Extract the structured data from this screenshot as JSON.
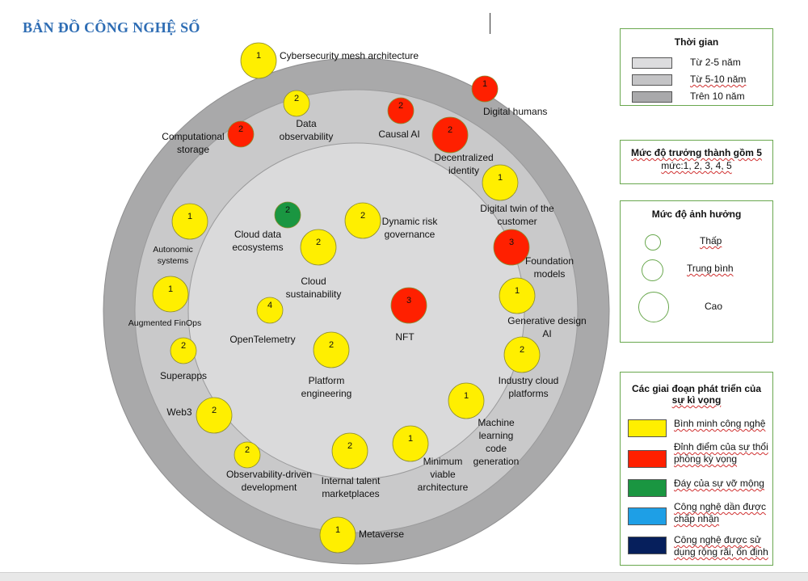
{
  "title": "BẢN ĐỒ CÔNG NGHỆ SỐ",
  "colors": {
    "ring_outer": "#a9a9aa",
    "ring_middle": "#c9c9ca",
    "ring_inner": "#dadadb",
    "yellow": "#ffef00",
    "red": "#ff2000",
    "green": "#1a9641",
    "light_blue": "#1e9fe6",
    "dark_navy": "#061f5c",
    "legend_border": "#6aa84f"
  },
  "legend_time": {
    "title": "Thời gian",
    "items": [
      {
        "label": "Từ 2-5 năm",
        "color": "#dcdcde"
      },
      {
        "label": "Từ 5-10 năm",
        "color": "#c4c4c6"
      },
      {
        "label": "Trên 10 năm",
        "color": "#a9a9ab"
      }
    ]
  },
  "legend_maturity": {
    "title": "Mức độ trưởng thành gồm 5",
    "subtitle": "mức:1, 2, 3, 4, 5"
  },
  "legend_impact": {
    "title": "Mức độ ảnh hưởng",
    "items": [
      {
        "label": "Thấp",
        "size": "small"
      },
      {
        "label": "Trung bình",
        "size": "medium"
      },
      {
        "label": "Cao",
        "size": "large"
      }
    ]
  },
  "legend_stages": {
    "title_line1": "Các giai đoạn phát triển của",
    "title_line2": "sự kì vọng",
    "items": [
      {
        "line1": "Bình minh công nghệ",
        "line2": "",
        "color": "#ffef00"
      },
      {
        "line1": "Đỉnh điểm của sự thổi",
        "line2": "phồng kỳ vọng",
        "color": "#ff2000"
      },
      {
        "line1": "Đáy của sự vỡ mộng",
        "line2": "",
        "color": "#1a9641"
      },
      {
        "line1": "Công nghệ dần được",
        "line2": "chấp nhận",
        "color": "#1e9fe6"
      },
      {
        "line1": "Công nghệ được sử",
        "line2": "dụng rộng rãi, ổn định",
        "color": "#061f5c"
      }
    ]
  },
  "technologies": [
    {
      "name": "cybersecurity-mesh",
      "lines": [
        "Cybersecurity mesh architecture"
      ],
      "level": "1",
      "color": "yellow",
      "impact": "large"
    },
    {
      "name": "digital-humans",
      "lines": [
        "Digital humans"
      ],
      "level": "1",
      "color": "red",
      "impact": "medium"
    },
    {
      "name": "data-observability",
      "lines": [
        "Data",
        "observability"
      ],
      "level": "2",
      "color": "yellow",
      "impact": "medium"
    },
    {
      "name": "causal-ai",
      "lines": [
        "Causal AI"
      ],
      "level": "2",
      "color": "red",
      "impact": "medium"
    },
    {
      "name": "computational-storage",
      "lines": [
        "Computational",
        "storage"
      ],
      "level": "2",
      "color": "red",
      "impact": "medium"
    },
    {
      "name": "decentralized-identity",
      "lines": [
        "Decentralized",
        "identity"
      ],
      "level": "2",
      "color": "red",
      "impact": "large"
    },
    {
      "name": "digital-twin-customer",
      "lines": [
        "Digital twin of the",
        "customer"
      ],
      "level": "1",
      "color": "yellow",
      "impact": "large"
    },
    {
      "name": "autonomic-systems",
      "lines": [
        "Autonomic",
        "systems"
      ],
      "level": "1",
      "color": "yellow",
      "impact": "large"
    },
    {
      "name": "cloud-data-ecosystems",
      "lines": [
        "Cloud data",
        "ecosystems"
      ],
      "level": "2",
      "color": "green",
      "impact": "medium"
    },
    {
      "name": "dynamic-risk-governance",
      "lines": [
        "Dynamic risk",
        "governance"
      ],
      "level": "2",
      "color": "yellow",
      "impact": "large"
    },
    {
      "name": "cloud-sustainability",
      "lines": [
        "Cloud",
        "sustainability"
      ],
      "level": "2",
      "color": "yellow",
      "impact": "large"
    },
    {
      "name": "foundation-models",
      "lines": [
        "Foundation",
        "models"
      ],
      "level": "3",
      "color": "red",
      "impact": "large"
    },
    {
      "name": "augmented-finops",
      "lines": [
        "Augmented FinOps"
      ],
      "level": "1",
      "color": "yellow",
      "impact": "large"
    },
    {
      "name": "generative-design-ai",
      "lines": [
        "Generative design",
        "AI"
      ],
      "level": "1",
      "color": "yellow",
      "impact": "large"
    },
    {
      "name": "opentelemetry",
      "lines": [
        "OpenTelemetry"
      ],
      "level": "4",
      "color": "yellow",
      "impact": "medium"
    },
    {
      "name": "nft",
      "lines": [
        "NFT"
      ],
      "level": "3",
      "color": "red",
      "impact": "large"
    },
    {
      "name": "superapps",
      "lines": [
        "Superapps"
      ],
      "level": "2",
      "color": "yellow",
      "impact": "medium"
    },
    {
      "name": "platform-engineering",
      "lines": [
        "Platform",
        "engineering"
      ],
      "level": "2",
      "color": "yellow",
      "impact": "large"
    },
    {
      "name": "industry-cloud-platforms",
      "lines": [
        "Industry cloud",
        "platforms"
      ],
      "level": "2",
      "color": "yellow",
      "impact": "large"
    },
    {
      "name": "web3",
      "lines": [
        "Web3"
      ],
      "level": "2",
      "color": "yellow",
      "impact": "large"
    },
    {
      "name": "machine-learning-code-generation",
      "lines": [
        "Machine",
        "learning",
        "code",
        "generation"
      ],
      "level": "1",
      "color": "yellow",
      "impact": "large"
    },
    {
      "name": "observability-driven-development",
      "lines": [
        "Observability-driven",
        "development"
      ],
      "level": "2",
      "color": "yellow",
      "impact": "medium"
    },
    {
      "name": "internal-talent-marketplaces",
      "lines": [
        "Internal talent",
        "marketplaces"
      ],
      "level": "2",
      "color": "yellow",
      "impact": "large"
    },
    {
      "name": "minimum-viable-architecture",
      "lines": [
        "Minimum",
        "viable",
        "architecture"
      ],
      "level": "1",
      "color": "yellow",
      "impact": "large"
    },
    {
      "name": "metaverse",
      "lines": [
        "Metaverse"
      ],
      "level": "1",
      "color": "yellow",
      "impact": "large"
    }
  ]
}
